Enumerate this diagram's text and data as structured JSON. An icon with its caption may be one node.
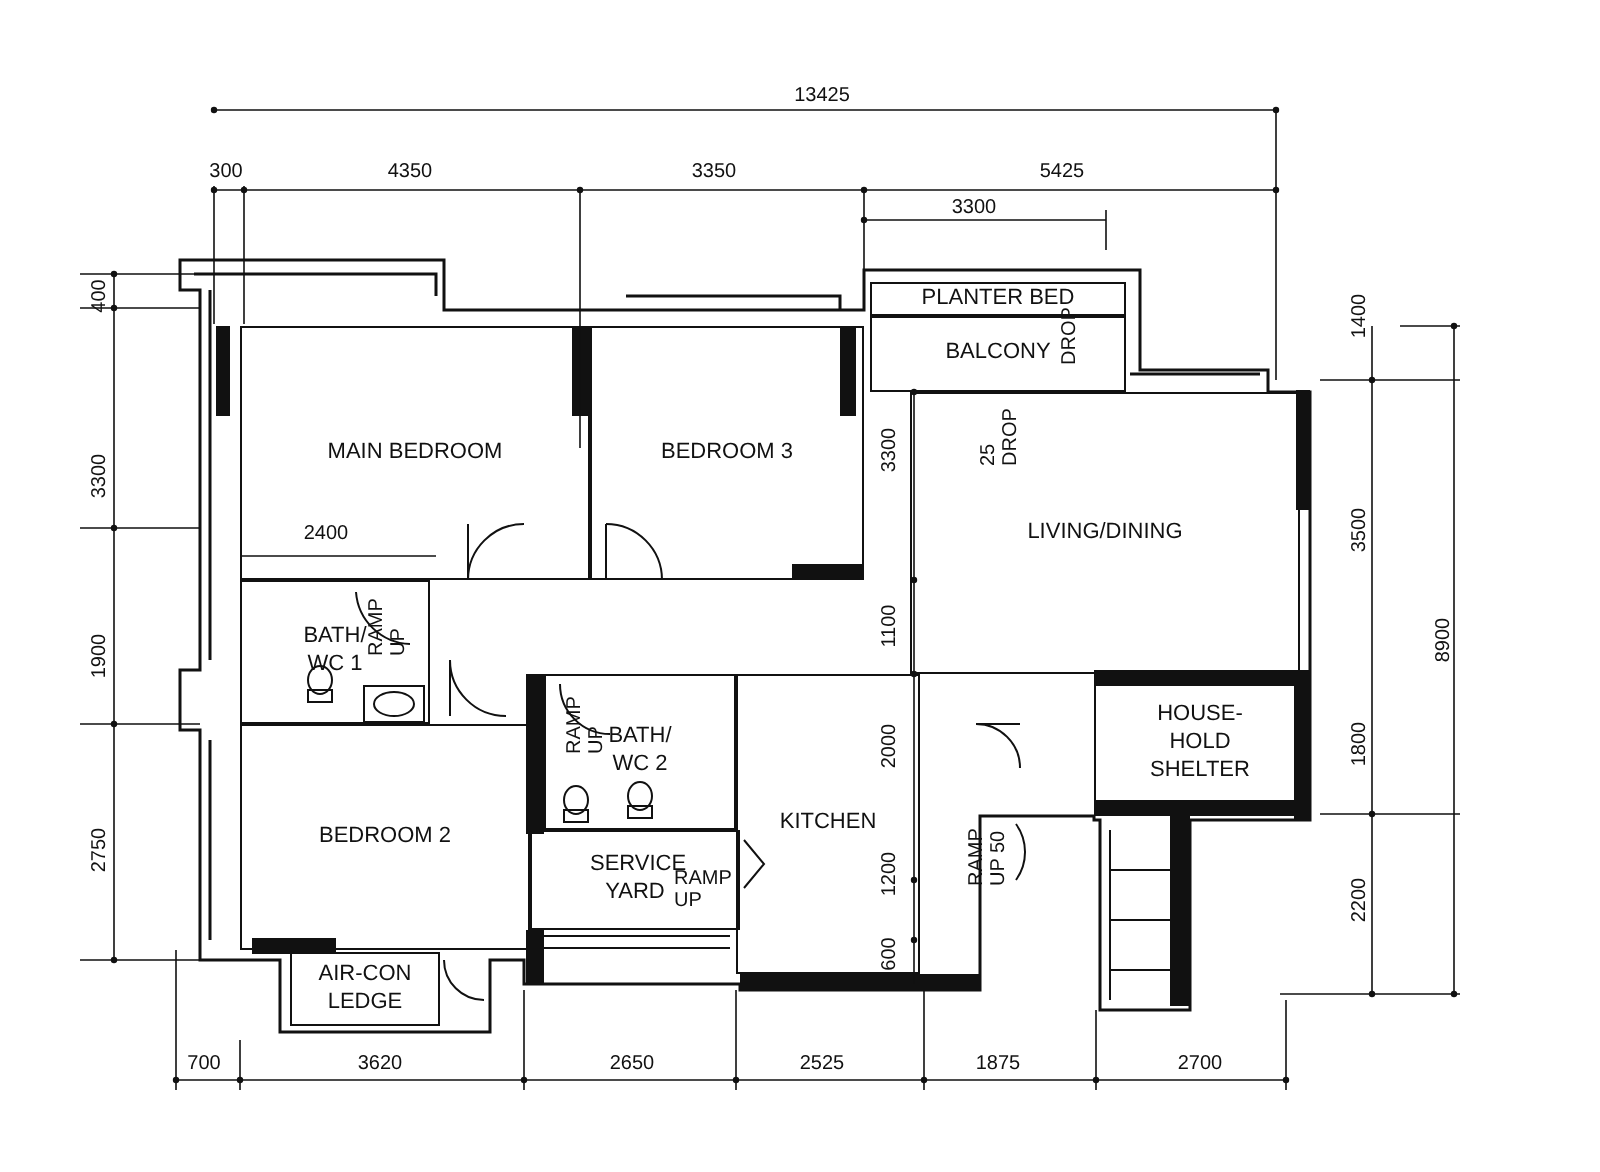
{
  "diagram": {
    "nodes": [
      {
        "text": [
          "PLANTER BED"
        ]
      },
      {
        "text": [
          "MAIN BEDROOM"
        ]
      },
      {
        "text": [
          "BEDROOM 3"
        ]
      },
      {
        "text": [
          "BALCONY"
        ]
      },
      {
        "text": [
          "LIVING/DINING"
        ]
      },
      {
        "text": [
          "BATH/ WC 1"
        ]
      },
      {
        "text": [
          "BATH/ WC 2"
        ]
      },
      {
        "text": [
          "HOUSE-HOLD SHELTER"
        ]
      },
      {
        "text": [
          "KITCHEN"
        ]
      },
      {
        "text": [
          "BEDROOM 2"
        ]
      },
      {
        "text": [
          "SERVICE YARD"
        ]
      },
      {
        "text": [
          "AIR-CON LEDGE"
        ]
      }
    ],
    "labels": [
      "13425",
      "300",
      "4350",
      "3350",
      "5425",
      "3300",
      "400",
      "DROP",
      "1400",
      "3300",
      "3300",
      "25 DROP",
      "2400",
      "3500",
      "1900",
      "RAMP UP",
      "1100",
      "8900",
      "RAMP UP",
      "2000",
      "1800",
      "2750",
      "RAMP UP",
      "1200",
      "RAMP UP 50",
      "2200",
      "600",
      "700",
      "3620",
      "2650",
      "2525",
      "1875",
      "2700"
    ]
  }
}
